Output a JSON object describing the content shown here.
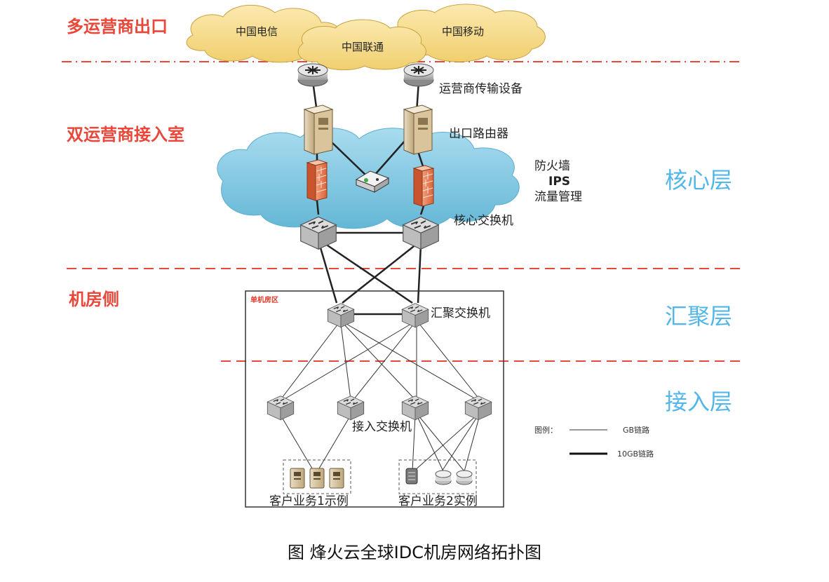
{
  "sections": {
    "multi_carrier_exit": "多运营商出口",
    "dual_carrier_room": "双运营商接入室",
    "machine_room_side": "机房侧"
  },
  "layers": {
    "core": "核心层",
    "aggregation": "汇聚层",
    "access": "接入层"
  },
  "carriers": {
    "telecom": "中国电信",
    "unicom": "中国联通",
    "mobile": "中国移动"
  },
  "devices": {
    "carrier_transport": "运营商传输设备",
    "exit_router": "出口路由器",
    "firewall_line1": "防火墙",
    "firewall_line2": "IPS",
    "firewall_line3": "流量管理",
    "core_switch": "核心交换机",
    "single_room_zone": "单机房区",
    "aggregation_switch": "汇聚交换机",
    "access_switch": "接入交换机",
    "customer1": "客户业务1示例",
    "customer2": "客户业务2实例"
  },
  "legend": {
    "title": "图例：",
    "gb_link": "GB链路",
    "tengb_link": "10GB链路"
  },
  "caption": "图 烽火云全球IDC机房网络拓扑图",
  "colors": {
    "red": "#e8473a",
    "blue": "#52b7e8",
    "cloud_yellow": "#f6dc8c",
    "cloud_blue": "#7ec8e2"
  }
}
